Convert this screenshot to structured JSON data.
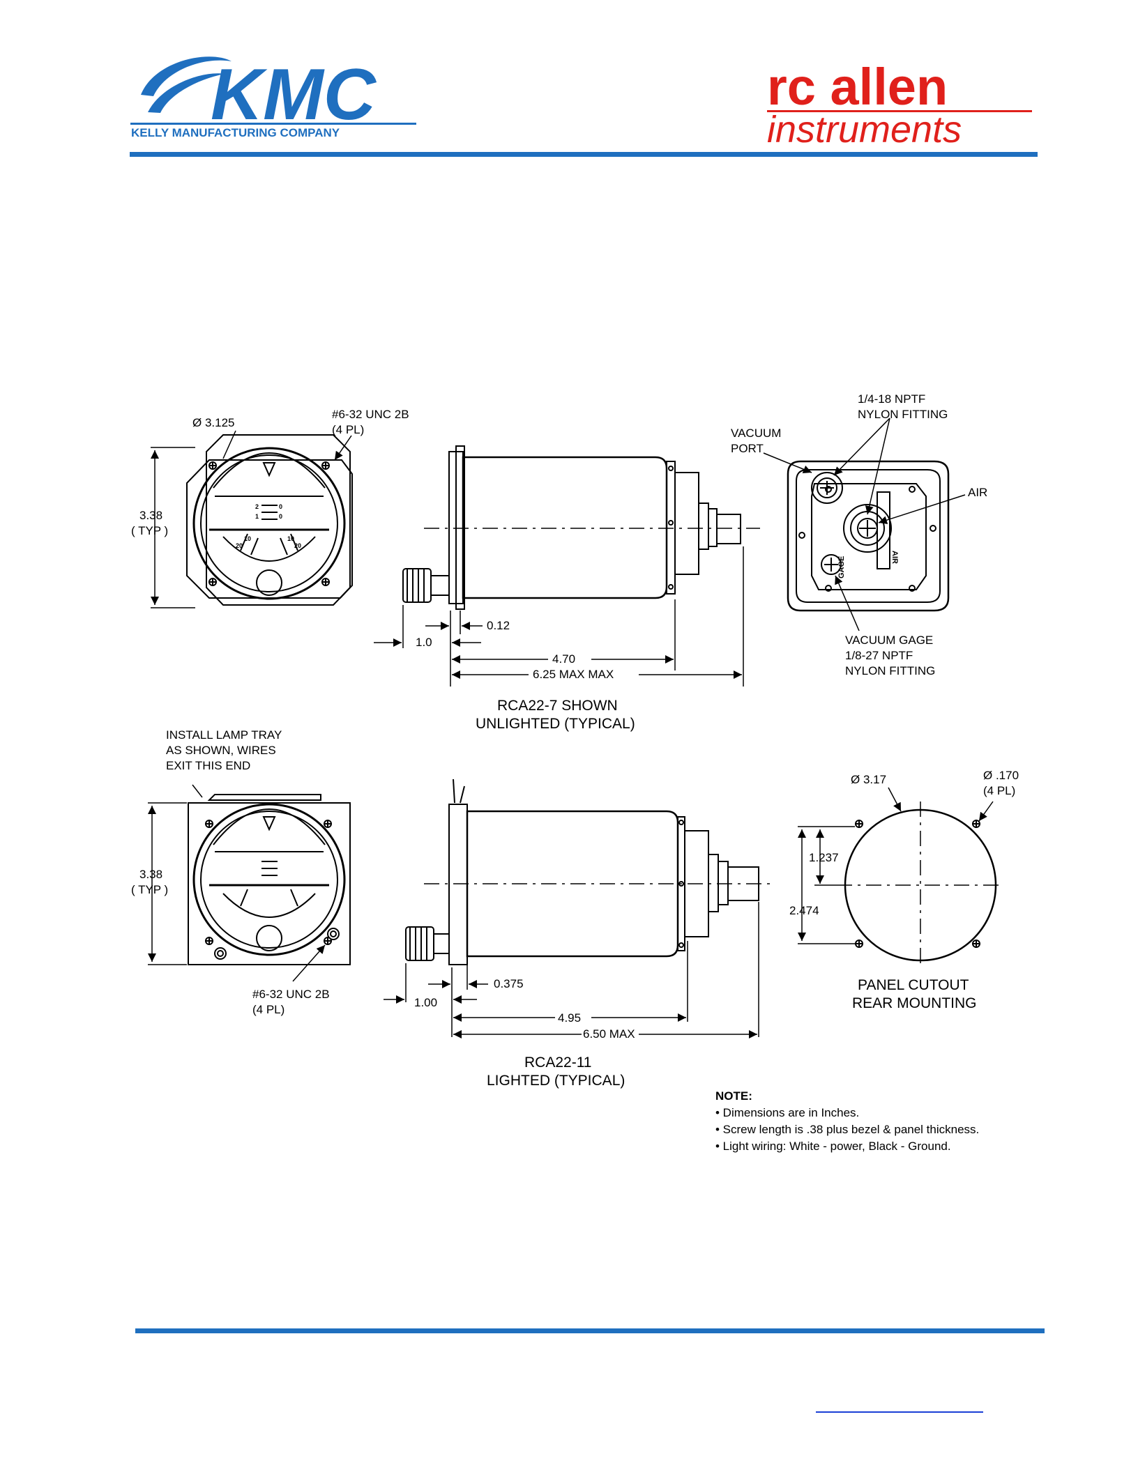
{
  "header": {
    "kmc_logo_text": "KMC",
    "kmc_logo_sub": "KELLY MANUFACTURING COMPANY",
    "rca_logo_line1": "rc allen",
    "rca_logo_line2": "instruments",
    "brand_blue": "#1f6fbf",
    "brand_red": "#e0201b"
  },
  "top_front": {
    "dia": "Ø 3.125",
    "screw1": "#6-32 UNC 2B",
    "screw2": "(4 PL)",
    "h1": "3.38",
    "h2": "( TYP )",
    "scale": [
      "2",
      "1",
      "10",
      "20",
      "0",
      "0",
      "10",
      "20"
    ]
  },
  "top_side": {
    "d1": "0.12",
    "d2": "1.0",
    "d3": "4.70",
    "d4": "6.25 MAX MAX",
    "cap1": "RCA22-7 SHOWN",
    "cap2": "UNLIGHTED (TYPICAL)"
  },
  "rear": {
    "fit1": "1/4-18 NPTF",
    "fit2": "NYLON FITTING",
    "vac1": "VACUUM",
    "vac2": "PORT",
    "air": "AIR",
    "air_small": "AIR",
    "gage_small": "GAGE",
    "g1": "VACUUM GAGE",
    "g2": "1/8-27 NPTF",
    "g3": "NYLON FITTING"
  },
  "bottom_front": {
    "lamp1": "INSTALL LAMP TRAY",
    "lamp2": "AS SHOWN, WIRES",
    "lamp3": "EXIT THIS END",
    "h1": "3.38",
    "h2": "( TYP )",
    "screw1": "#6-32 UNC 2B",
    "screw2": "(4 PL)"
  },
  "bottom_side": {
    "d1": "0.375",
    "d2": "1.00",
    "d3": "4.95",
    "d4": "6.50 MAX",
    "cap1": "RCA22-11",
    "cap2": "LIGHTED (TYPICAL)"
  },
  "cutout": {
    "dia": "Ø 3.17",
    "hole1": "Ø .170",
    "hole2": "(4 PL)",
    "v1": "1.237",
    "v2": "2.474",
    "cap1": "PANEL CUTOUT",
    "cap2": "REAR MOUNTING"
  },
  "notes": {
    "title": "NOTE:",
    "items": [
      "• Dimensions are in Inches.",
      "• Screw length is .38 plus bezel & panel thickness.",
      "• Light wiring: White - power, Black - Ground."
    ]
  }
}
